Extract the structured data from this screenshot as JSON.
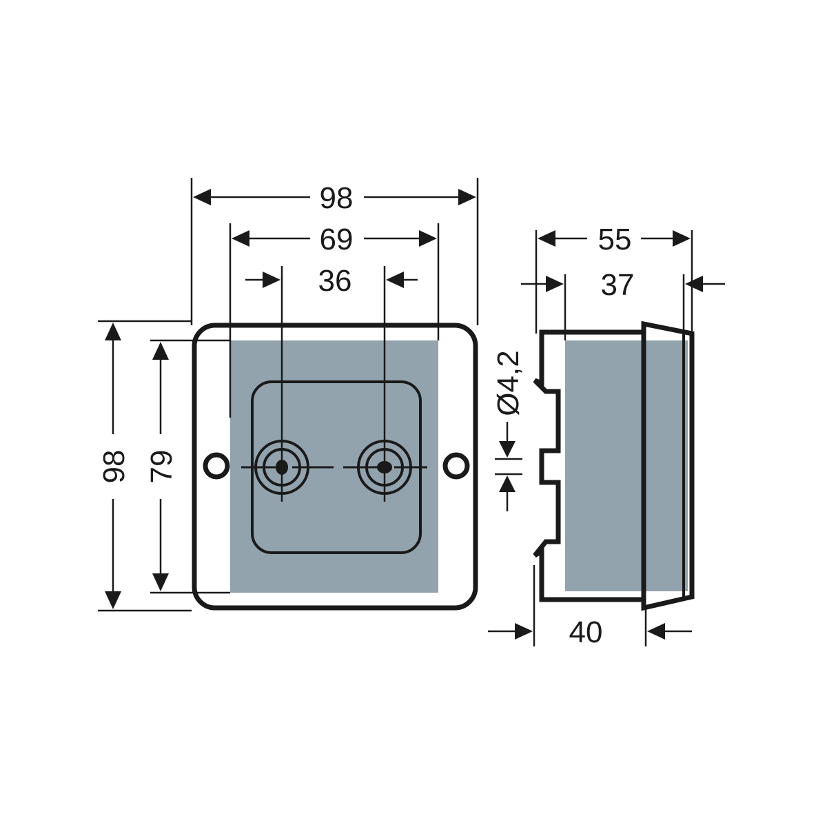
{
  "dimensions": {
    "front_width_outer": "98",
    "front_width_inner": "69",
    "front_hole_spacing": "36",
    "front_height_outer": "98",
    "front_height_inner": "79",
    "hole_diameter": "Ø4,2",
    "side_depth_outer": "55",
    "side_depth_inner": "37",
    "side_depth_base": "40"
  },
  "colors": {
    "line": "#1a1a1a",
    "fill_gray": "#93a3ae",
    "background": "#ffffff"
  }
}
